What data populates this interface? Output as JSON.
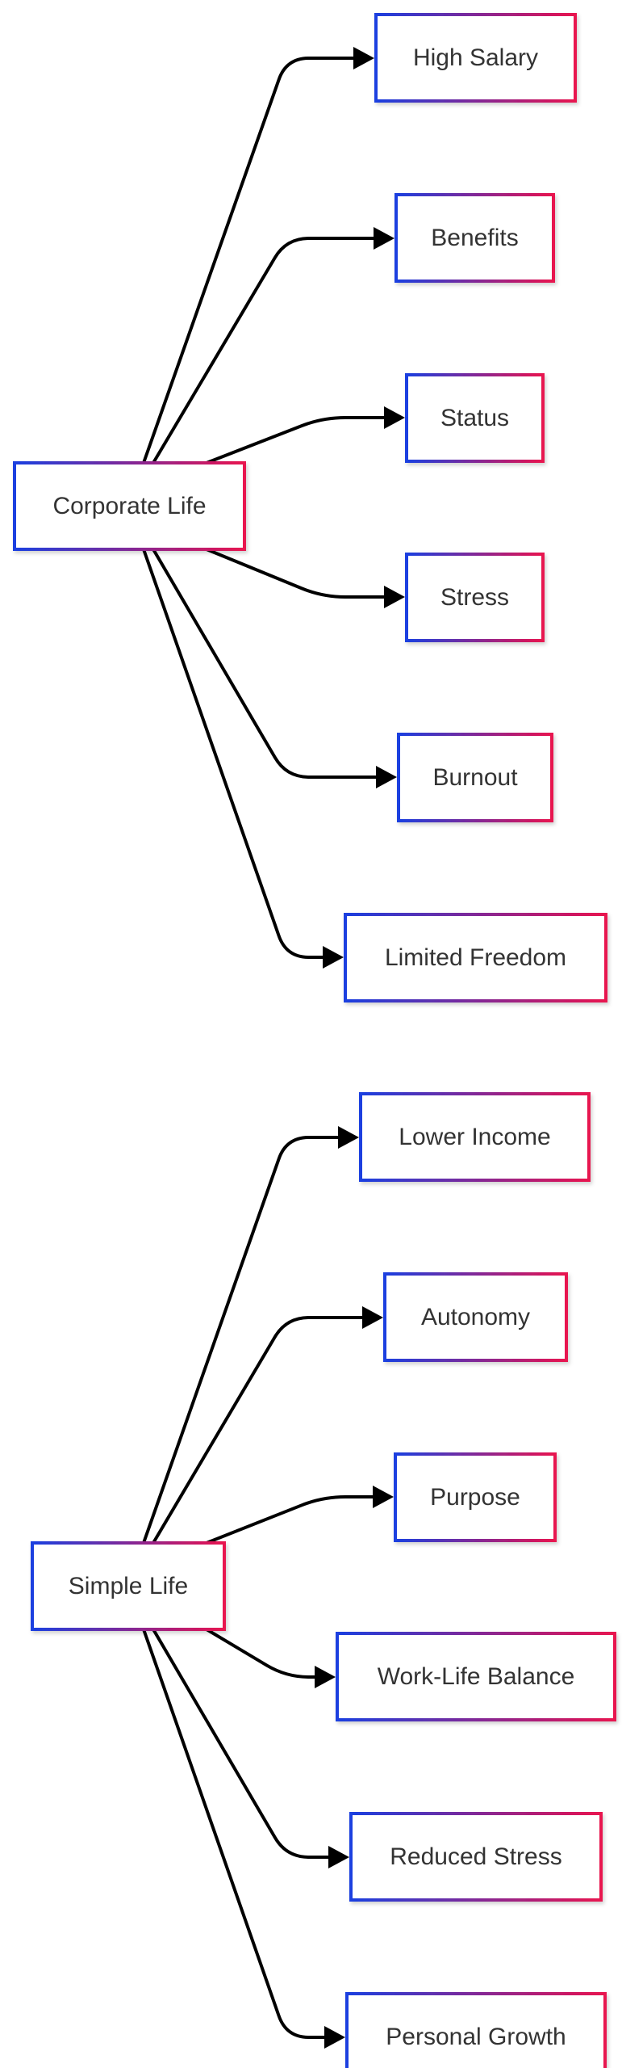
{
  "colors": {
    "node_border_start": "#1a3fe0",
    "node_border_end": "#e8124f",
    "node_fill": "#ffffff",
    "edge": "#000000",
    "label": "#333333"
  },
  "groups": [
    {
      "source": {
        "label": "Corporate Life"
      },
      "targets": [
        {
          "label": "High Salary"
        },
        {
          "label": "Benefits"
        },
        {
          "label": "Status"
        },
        {
          "label": "Stress"
        },
        {
          "label": "Burnout"
        },
        {
          "label": "Limited Freedom"
        }
      ]
    },
    {
      "source": {
        "label": "Simple Life"
      },
      "targets": [
        {
          "label": "Lower Income"
        },
        {
          "label": "Autonomy"
        },
        {
          "label": "Purpose"
        },
        {
          "label": "Work-Life Balance"
        },
        {
          "label": "Reduced Stress"
        },
        {
          "label": "Personal Growth"
        }
      ]
    }
  ]
}
